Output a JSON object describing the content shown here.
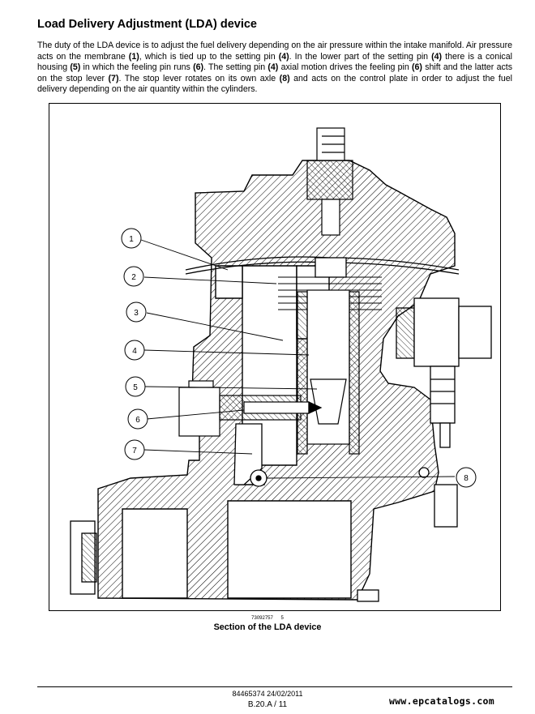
{
  "document": {
    "title": "Load Delivery Adjustment (LDA) device",
    "intro": [
      {
        "t": "The duty of the LDA device is to adjust the fuel delivery depending on the air pressure within the intake manifold. Air pressure acts on the membrane "
      },
      {
        "t": "(1)",
        "b": true
      },
      {
        "t": ", which is tied up to the setting pin "
      },
      {
        "t": "(4)",
        "b": true
      },
      {
        "t": ". In the lower part of the setting pin "
      },
      {
        "t": "(4)",
        "b": true
      },
      {
        "t": " there is a conical housing "
      },
      {
        "t": "(5)",
        "b": true
      },
      {
        "t": " in which the feeling pin runs "
      },
      {
        "t": "(6)",
        "b": true
      },
      {
        "t": ". The setting pin "
      },
      {
        "t": "(4)",
        "b": true
      },
      {
        "t": " axial motion drives the feeling pin "
      },
      {
        "t": "(6)",
        "b": true
      },
      {
        "t": " shift and the latter acts on the stop lever "
      },
      {
        "t": "(7)",
        "b": true
      },
      {
        "t": ". The stop lever rotates on its own axle "
      },
      {
        "t": "(8)",
        "b": true
      },
      {
        "t": " and acts on the control plate in order to adjust the fuel delivery depending on the air quantity within the cylinders."
      }
    ]
  },
  "figure": {
    "code": "73092757",
    "code_suffix": "5",
    "caption": "Section of the LDA device",
    "callouts": [
      {
        "label": "1"
      },
      {
        "label": "2"
      },
      {
        "label": "3"
      },
      {
        "label": "4"
      },
      {
        "label": "5"
      },
      {
        "label": "6"
      },
      {
        "label": "7"
      },
      {
        "label": "8"
      }
    ]
  },
  "footer": {
    "doc_ref": "84465374 24/02/2011",
    "page": "B.20.A / 11",
    "watermark": "www.epcatalogs.com"
  }
}
